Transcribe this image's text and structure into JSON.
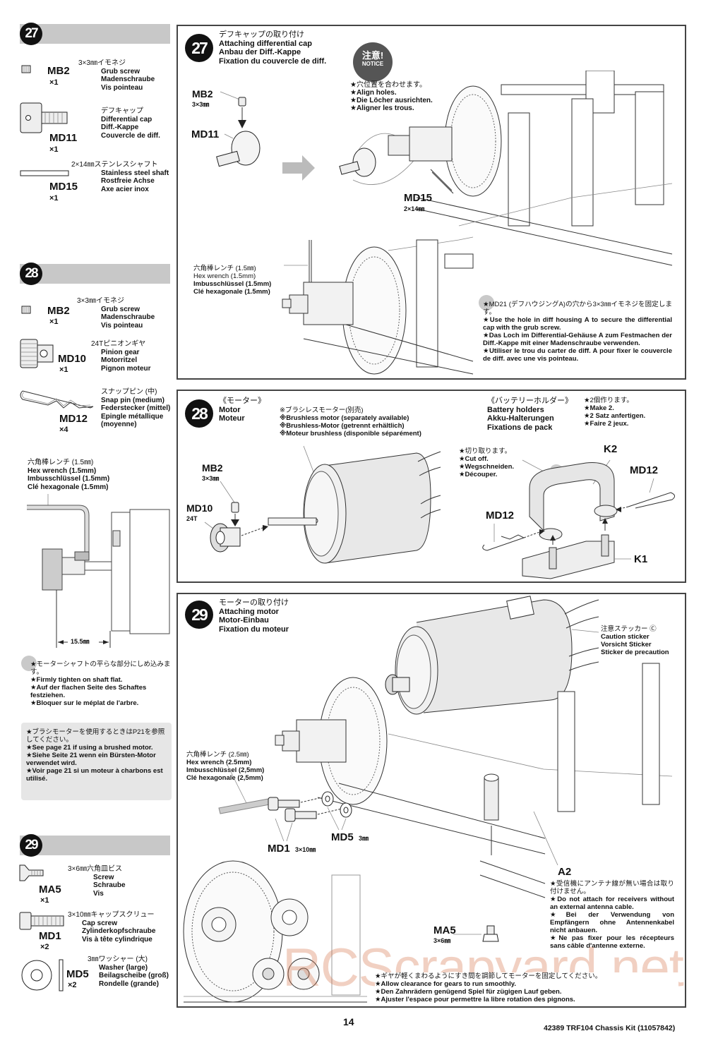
{
  "sidebar": {
    "step27": {
      "number": "27",
      "parts": [
        {
          "code": "MB2",
          "qty": "×1",
          "jp": "3×3㎜イモネジ",
          "en": "Grub screw",
          "de": "Madenschraube",
          "fr": "Vis pointeau"
        },
        {
          "code": "MD11",
          "qty": "×1",
          "jp": "デフキャップ",
          "en": "Differential cap",
          "de": "Diff.-Kappe",
          "fr": "Couvercle de diff."
        },
        {
          "code": "MD15",
          "qty": "×1",
          "jp": "2×14㎜ステンレスシャフト",
          "en": "Stainless steel shaft",
          "de": "Rostfreie Achse",
          "fr": "Axe acier inox"
        }
      ]
    },
    "step28": {
      "number": "28",
      "parts": [
        {
          "code": "MB2",
          "qty": "×1",
          "jp": "3×3㎜イモネジ",
          "en": "Grub screw",
          "de": "Madenschraube",
          "fr": "Vis pointeau"
        },
        {
          "code": "MD10",
          "qty": "×1",
          "jp": "24Tピニオンギヤ",
          "en": "Pinion gear",
          "de": "Motorritzel",
          "fr": "Pignon moteur"
        },
        {
          "code": "MD12",
          "qty": "×4",
          "jp": "スナップピン (中)",
          "en": "Snap pin (medium)",
          "de": "Federstecker (mittel)",
          "fr": "Epingle métallique",
          "fr2": "(moyenne)"
        }
      ],
      "wrench": {
        "jp": "六角棒レンチ (1.5㎜)",
        "en": "Hex wrench (1.5mm)",
        "de": "Imbusschlüssel (1.5mm)",
        "fr": "Clé hexagonale (1.5mm)"
      },
      "dimension": "15.5㎜",
      "tighten_note": {
        "jp": "★モーターシャフトの平らな部分にしめ込みます。",
        "en": "★Firmly tighten on shaft flat.",
        "de": "★Auf der flachen Seite des Schaftes festziehen.",
        "fr": "★Bloquer sur le méplat de l'arbre."
      },
      "brushed_note": {
        "jp": "★ブラシモーターを使用するときはP21を参照してください。",
        "en": "★See page 21 if using a brushed motor.",
        "de": "★Siehe Seite 21 wenn ein Bürsten-Motor verwendet wird.",
        "fr": "★Voir page 21 si un moteur à charbons est utilisé."
      }
    },
    "step29": {
      "number": "29",
      "parts": [
        {
          "code": "MA5",
          "qty": "×1",
          "jp": "3×6㎜六角皿ビス",
          "en": "Screw",
          "de": "Schraube",
          "fr": "Vis"
        },
        {
          "code": "MD1",
          "qty": "×2",
          "jp": "3×10㎜キャップスクリュー",
          "en": "Cap screw",
          "de": "Zylinderkopfschraube",
          "fr": "Vis à tête cylindrique"
        },
        {
          "code": "MD5",
          "qty": "×2",
          "jp": "3㎜ワッシャー (大)",
          "en": "Washer (large)",
          "de": "Beilagscheibe (groß)",
          "fr": "Rondelle (grande)"
        }
      ]
    }
  },
  "panel27": {
    "number": "27",
    "title": {
      "jp": "デフキャップの取り付け",
      "en": "Attaching differential cap",
      "de": "Anbau der Diff.-Kappe",
      "fr": "Fixation du couvercle de diff."
    },
    "labels": {
      "mb2": "MB2",
      "mb2_size": "3×3㎜",
      "md11": "MD11",
      "md15": "MD15",
      "md15_size": "2×14㎜"
    },
    "notice_badge": {
      "jp": "注意!",
      "en": "NOTICE"
    },
    "align_note": {
      "jp": "★穴位置を合わせます。",
      "en": "★Align holes.",
      "de": "★Die Löcher ausrichten.",
      "fr": "★Aligner les trous."
    },
    "wrench": {
      "jp": "六角棒レンチ (1.5㎜)",
      "en": "Hex wrench (1.5mm)",
      "de": "Imbusschlüssel (1.5mm)",
      "fr": "Clé hexagonale (1.5mm)"
    },
    "housing_note": {
      "jp": "★MD21 (デフハウジングA)の穴から3×3㎜イモネジを固定します。",
      "en": "★Use the hole in diff housing A to secure the differential cap with the grub screw.",
      "de": "★Das Loch im Differential-Gehäuse A zum Festmachen der Diff.-Kappe mit einer Madenschraube verwenden.",
      "fr": "★Utiliser le trou du carter de diff. A pour fixer le couvercle de diff. avec une vis pointeau."
    }
  },
  "panel28": {
    "number": "28",
    "title": {
      "jp": "《モーター》",
      "en": "Motor",
      "fr": "Moteur"
    },
    "motor_note": {
      "jp": "※ブラシレスモーター(別売)",
      "en": "※Brushless motor (separately available)",
      "de": "※Brushless-Motor (getrennt erhältlich)",
      "fr": "※Moteur brushless (disponible séparément)"
    },
    "labels": {
      "mb2": "MB2",
      "mb2_size": "3×3㎜",
      "md10": "MD10",
      "md10_size": "24T"
    },
    "battery": {
      "jp": "《バッテリーホルダー》",
      "en": "Battery holders",
      "de": "Akku-Halterungen",
      "fr": "Fixations de pack"
    },
    "make2": {
      "jp": "★2個作ります。",
      "en": "★Make 2.",
      "de": "★2 Satz anfertigen.",
      "fr": "★Faire 2 jeux."
    },
    "cutoff": {
      "jp": "★切り取ります。",
      "en": "★Cut off.",
      "de": "★Wegschneiden.",
      "fr": "★Découper."
    },
    "holder_labels": {
      "k1": "K1",
      "k2": "K2",
      "md12_left": "MD12",
      "md12_right": "MD12"
    }
  },
  "panel29": {
    "number": "29",
    "title": {
      "jp": "モーターの取り付け",
      "en": "Attaching motor",
      "de": "Motor-Einbau",
      "fr": "Fixation du moteur"
    },
    "sticker": {
      "jp": "注意ステッカー Ⓒ",
      "en": "Caution sticker",
      "de": "Vorsicht Sticker",
      "fr": "Sticker de precaution"
    },
    "wrench": {
      "jp": "六角棒レンチ (2.5㎜)",
      "en": "Hex wrench (2.5mm)",
      "de": "Imbusschlüssel (2,5mm)",
      "fr": "Clé hexagonale (2,5mm)"
    },
    "labels": {
      "md1": "MD1",
      "md1_size": "3×10㎜",
      "md5": "MD5",
      "md5_size": "3㎜",
      "a2": "A2",
      "ma5": "MA5",
      "ma5_size": "3×6㎜"
    },
    "antenna_note": {
      "jp": "★受信機にアンテナ線が無い場合は取り付けません。",
      "en": "★Do not attach for receivers without an external antenna cable.",
      "de": "★Bei der Verwendung von Empfängern ohne Antennenkabel nicht anbauen.",
      "fr": "★Ne pas fixer pour les récepteurs sans câble d'antenne externe."
    },
    "gear_note": {
      "jp": "★ギヤが軽くまわるようにすき間を調節してモーターを固定してください。",
      "en": "★Allow clearance for gears to run smoothly.",
      "de": "★Den Zahnrädern genügend Spiel für zügigen Lauf geben.",
      "fr": "★Ajuster l'espace pour permettre la libre rotation des pignons."
    }
  },
  "footer": {
    "page_number": "14",
    "kit": "42389  TRF104 Chassis Kit (11057842)"
  },
  "watermark": "RCScrapyard.net"
}
